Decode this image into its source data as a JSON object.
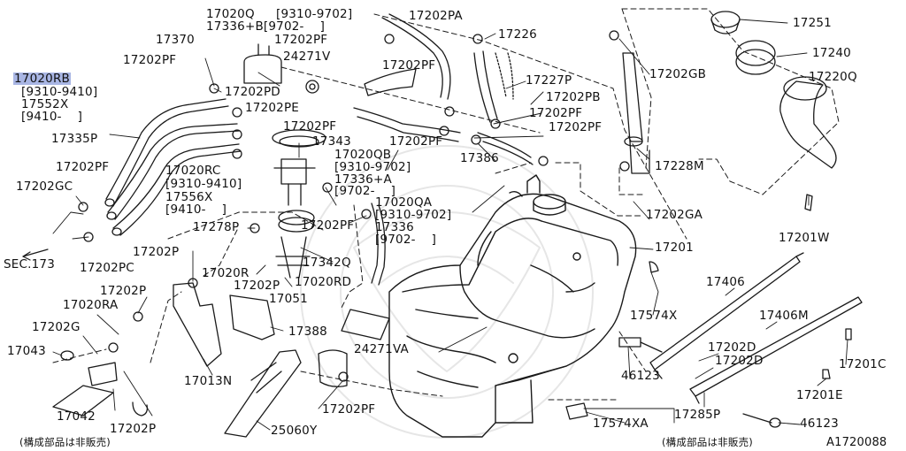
{
  "diagram": {
    "figure_code": "A1720088",
    "note_left": "(構成部品は非販売)",
    "note_right": "(構成部品は非販売)",
    "highlight_color": "#a9b6e4",
    "labels": [
      {
        "id": "l1",
        "text": "17020Q"
      },
      {
        "id": "l2",
        "text": "[9310-9702]"
      },
      {
        "id": "l3",
        "text": "17336+B[9702-    ]"
      },
      {
        "id": "l4",
        "text": "17202PA"
      },
      {
        "id": "l5",
        "text": "17226"
      },
      {
        "id": "l6",
        "text": "17251"
      },
      {
        "id": "l7",
        "text": "17370"
      },
      {
        "id": "l8",
        "text": "17202PF"
      },
      {
        "id": "l9",
        "text": "24271V"
      },
      {
        "id": "l10",
        "text": "17240"
      },
      {
        "id": "l11",
        "text": "17202PF"
      },
      {
        "id": "l12",
        "text": "17202PF"
      },
      {
        "id": "l13",
        "text": "17202GB"
      },
      {
        "id": "l14",
        "text": "17227P"
      },
      {
        "id": "l15",
        "text": "17220Q"
      },
      {
        "id": "l16",
        "text": "17020RB",
        "highlight": true
      },
      {
        "id": "l17",
        "text": "[9310-9410]"
      },
      {
        "id": "l18",
        "text": "17202PD"
      },
      {
        "id": "l19",
        "text": "17202PB"
      },
      {
        "id": "l20",
        "text": "17552X"
      },
      {
        "id": "l21",
        "text": "17202PE"
      },
      {
        "id": "l22",
        "text": "[9410-    ]"
      },
      {
        "id": "l23",
        "text": "17202PF"
      },
      {
        "id": "l24",
        "text": "17202PF"
      },
      {
        "id": "l25",
        "text": "17202PF"
      },
      {
        "id": "l26",
        "text": "17335P"
      },
      {
        "id": "l27",
        "text": "17343"
      },
      {
        "id": "l28",
        "text": "17202PF"
      },
      {
        "id": "l29",
        "text": "17020QB"
      },
      {
        "id": "l30",
        "text": "17386"
      },
      {
        "id": "l31",
        "text": "17020RC"
      },
      {
        "id": "l32",
        "text": "[9310-9702]"
      },
      {
        "id": "l33",
        "text": "17228M"
      },
      {
        "id": "l34",
        "text": "17202PF"
      },
      {
        "id": "l35",
        "text": "[9310-9410]"
      },
      {
        "id": "l36",
        "text": "17336+A"
      },
      {
        "id": "l37",
        "text": "17202GC"
      },
      {
        "id": "l38",
        "text": "17556X"
      },
      {
        "id": "l39",
        "text": "[9702-    ]"
      },
      {
        "id": "l40",
        "text": "17020QA"
      },
      {
        "id": "l41",
        "text": "[9410-    ]"
      },
      {
        "id": "l42",
        "text": "[9310-9702]"
      },
      {
        "id": "l43",
        "text": "17202GA"
      },
      {
        "id": "l44",
        "text": "17278P"
      },
      {
        "id": "l45",
        "text": "17202PF"
      },
      {
        "id": "l46",
        "text": "17336"
      },
      {
        "id": "l47",
        "text": "17201W"
      },
      {
        "id": "l48",
        "text": "[9702-    ]"
      },
      {
        "id": "l49",
        "text": "SEC.173"
      },
      {
        "id": "l50",
        "text": "17202PC"
      },
      {
        "id": "l51",
        "text": "17202P"
      },
      {
        "id": "l52",
        "text": "17342Q"
      },
      {
        "id": "l53",
        "text": "17201"
      },
      {
        "id": "l54",
        "text": "17020R"
      },
      {
        "id": "l55",
        "text": "17202P"
      },
      {
        "id": "l56",
        "text": "17020RD"
      },
      {
        "id": "l57",
        "text": "17406"
      },
      {
        "id": "l58",
        "text": "17202P"
      },
      {
        "id": "l59",
        "text": "17051"
      },
      {
        "id": "l60",
        "text": "17020RA"
      },
      {
        "id": "l61",
        "text": "17574X"
      },
      {
        "id": "l62",
        "text": "17406M"
      },
      {
        "id": "l63",
        "text": "17202G"
      },
      {
        "id": "l64",
        "text": "17388"
      },
      {
        "id": "l65",
        "text": "24271VA"
      },
      {
        "id": "l66",
        "text": "17043"
      },
      {
        "id": "l67",
        "text": "17202D"
      },
      {
        "id": "l68",
        "text": "46123"
      },
      {
        "id": "l69",
        "text": "17202D"
      },
      {
        "id": "l70",
        "text": "17201C"
      },
      {
        "id": "l71",
        "text": "17013N"
      },
      {
        "id": "l72",
        "text": "17201E"
      },
      {
        "id": "l73",
        "text": "17202PF"
      },
      {
        "id": "l74",
        "text": "17042"
      },
      {
        "id": "l75",
        "text": "17574XA"
      },
      {
        "id": "l76",
        "text": "17285P"
      },
      {
        "id": "l77",
        "text": "46123"
      },
      {
        "id": "l78",
        "text": "17202P"
      },
      {
        "id": "l79",
        "text": "25060Y"
      }
    ]
  }
}
